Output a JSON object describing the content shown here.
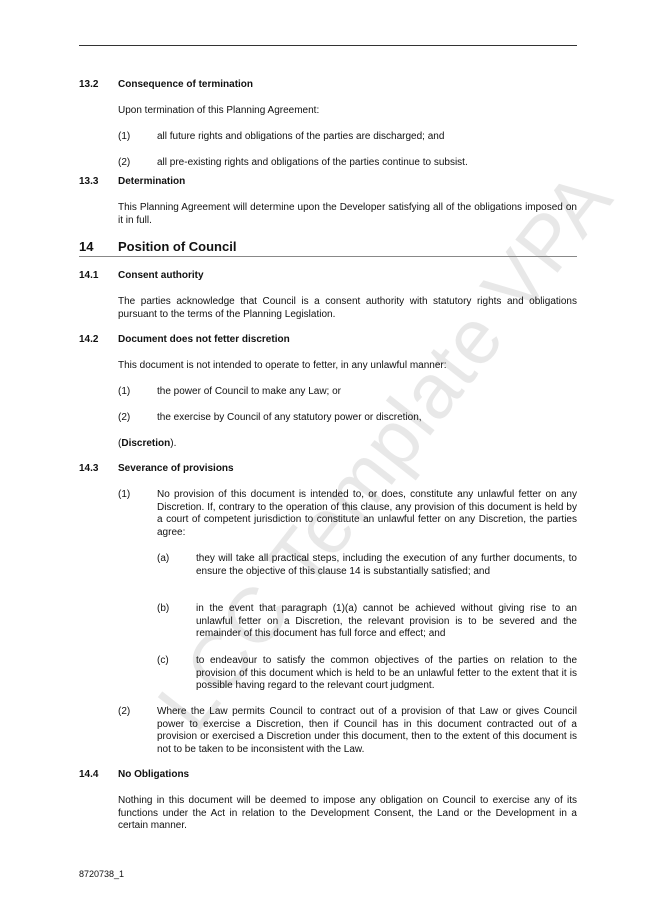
{
  "watermark": "LCC Template VPA",
  "s13_2": {
    "num": "13.2",
    "title": "Consequence of termination",
    "intro": "Upon termination of this Planning Agreement:",
    "items": [
      {
        "label": "(1)",
        "text": "all future rights and obligations of the parties are discharged; and"
      },
      {
        "label": "(2)",
        "text": "all pre-existing rights and obligations of the parties continue to subsist."
      }
    ]
  },
  "s13_3": {
    "num": "13.3",
    "title": "Determination",
    "text": "This Planning Agreement will determine upon the Developer satisfying all of the obligations imposed on it in full."
  },
  "s14": {
    "num": "14",
    "title": "Position of Council"
  },
  "s14_1": {
    "num": "14.1",
    "title": "Consent authority",
    "text": "The parties acknowledge that Council is a consent authority with statutory rights and obligations pursuant to the terms of the Planning Legislation."
  },
  "s14_2": {
    "num": "14.2",
    "title": "Document does not fetter discretion",
    "intro": "This document is not intended to operate to fetter, in any unlawful manner:",
    "items": [
      {
        "label": "(1)",
        "text": "the power of Council to make any Law; or"
      },
      {
        "label": "(2)",
        "text": "the exercise by Council of any statutory power or discretion,"
      }
    ],
    "def_open": "(",
    "def_term": "Discretion",
    "def_close": ")."
  },
  "s14_3": {
    "num": "14.3",
    "title": "Severance of provisions",
    "item1": {
      "label": "(1)",
      "text": "No provision of this document is intended to, or does, constitute any unlawful fetter on any Discretion. If, contrary to the operation of this clause, any provision of this document is held by a court of competent jurisdiction to constitute an unlawful fetter on any Discretion, the parties agree:",
      "subitems": [
        {
          "label": "(a)",
          "text": "they will take all practical steps, including the execution of any further documents, to ensure the objective of this clause 14 is substantially satisfied; and"
        },
        {
          "label": "(b)",
          "text": "in the event that paragraph (1)(a) cannot be achieved without giving rise to an unlawful fetter on a Discretion, the relevant provision is to be severed and the remainder of this document has full force and effect; and"
        },
        {
          "label": "(c)",
          "text": "to endeavour to satisfy the common objectives of the parties on relation to the provision of this document which is held to be an unlawful fetter to the extent that it is possible having regard to the relevant court judgment."
        }
      ]
    },
    "item2": {
      "label": "(2)",
      "text": "Where the Law permits Council to contract out of a provision of that Law or gives Council power to exercise a Discretion, then if Council has in this document contracted out of a provision or exercised a Discretion under this document, then to the extent of this document is not to be taken to be inconsistent with the Law."
    }
  },
  "s14_4": {
    "num": "14.4",
    "title": "No Obligations",
    "text": "Nothing in this document will be deemed to impose any obligation on Council to exercise any of its functions under the Act in relation to the Development Consent, the Land or the Development in a certain manner."
  },
  "footer": {
    "doc_id": "8720738_1"
  }
}
